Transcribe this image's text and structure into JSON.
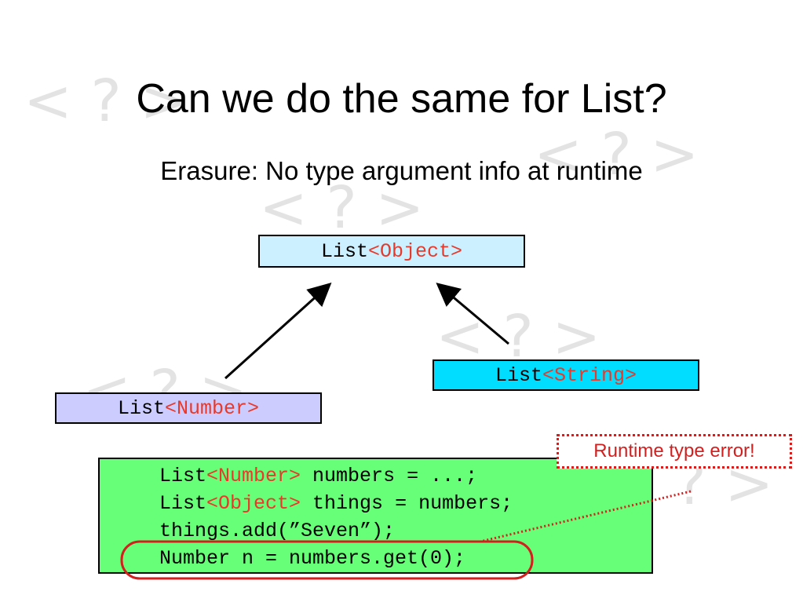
{
  "slide": {
    "title": "Can we do the same for List?",
    "subtitle": "Erasure: No type argument info at runtime",
    "watermark_glyph": "< ? >"
  },
  "diagram": {
    "object_box": {
      "base": "List",
      "type_arg": "<Object>"
    },
    "string_box": {
      "base": "List",
      "type_arg": "<String>"
    },
    "number_box": {
      "base": "List",
      "type_arg": "<Number>"
    }
  },
  "code": {
    "lines": [
      {
        "pre": "List",
        "generic": "<Number>",
        "post": " numbers = ...;"
      },
      {
        "pre": "List",
        "generic": "<Object>",
        "post": " things = numbers;"
      },
      {
        "pre": "things.add(”Seven”);",
        "generic": "",
        "post": ""
      },
      {
        "pre": "Number n = numbers.get(0);",
        "generic": "",
        "post": ""
      }
    ]
  },
  "callout": {
    "text": "Runtime type error!"
  },
  "colors": {
    "generic_text": "#e8392a",
    "object_box_fill": "#ccf0ff",
    "string_box_fill": "#00ddff",
    "number_box_fill": "#ccccff",
    "code_fill": "#66ff77",
    "error_red": "#d41f1f",
    "watermark": "#e3e3e3"
  }
}
